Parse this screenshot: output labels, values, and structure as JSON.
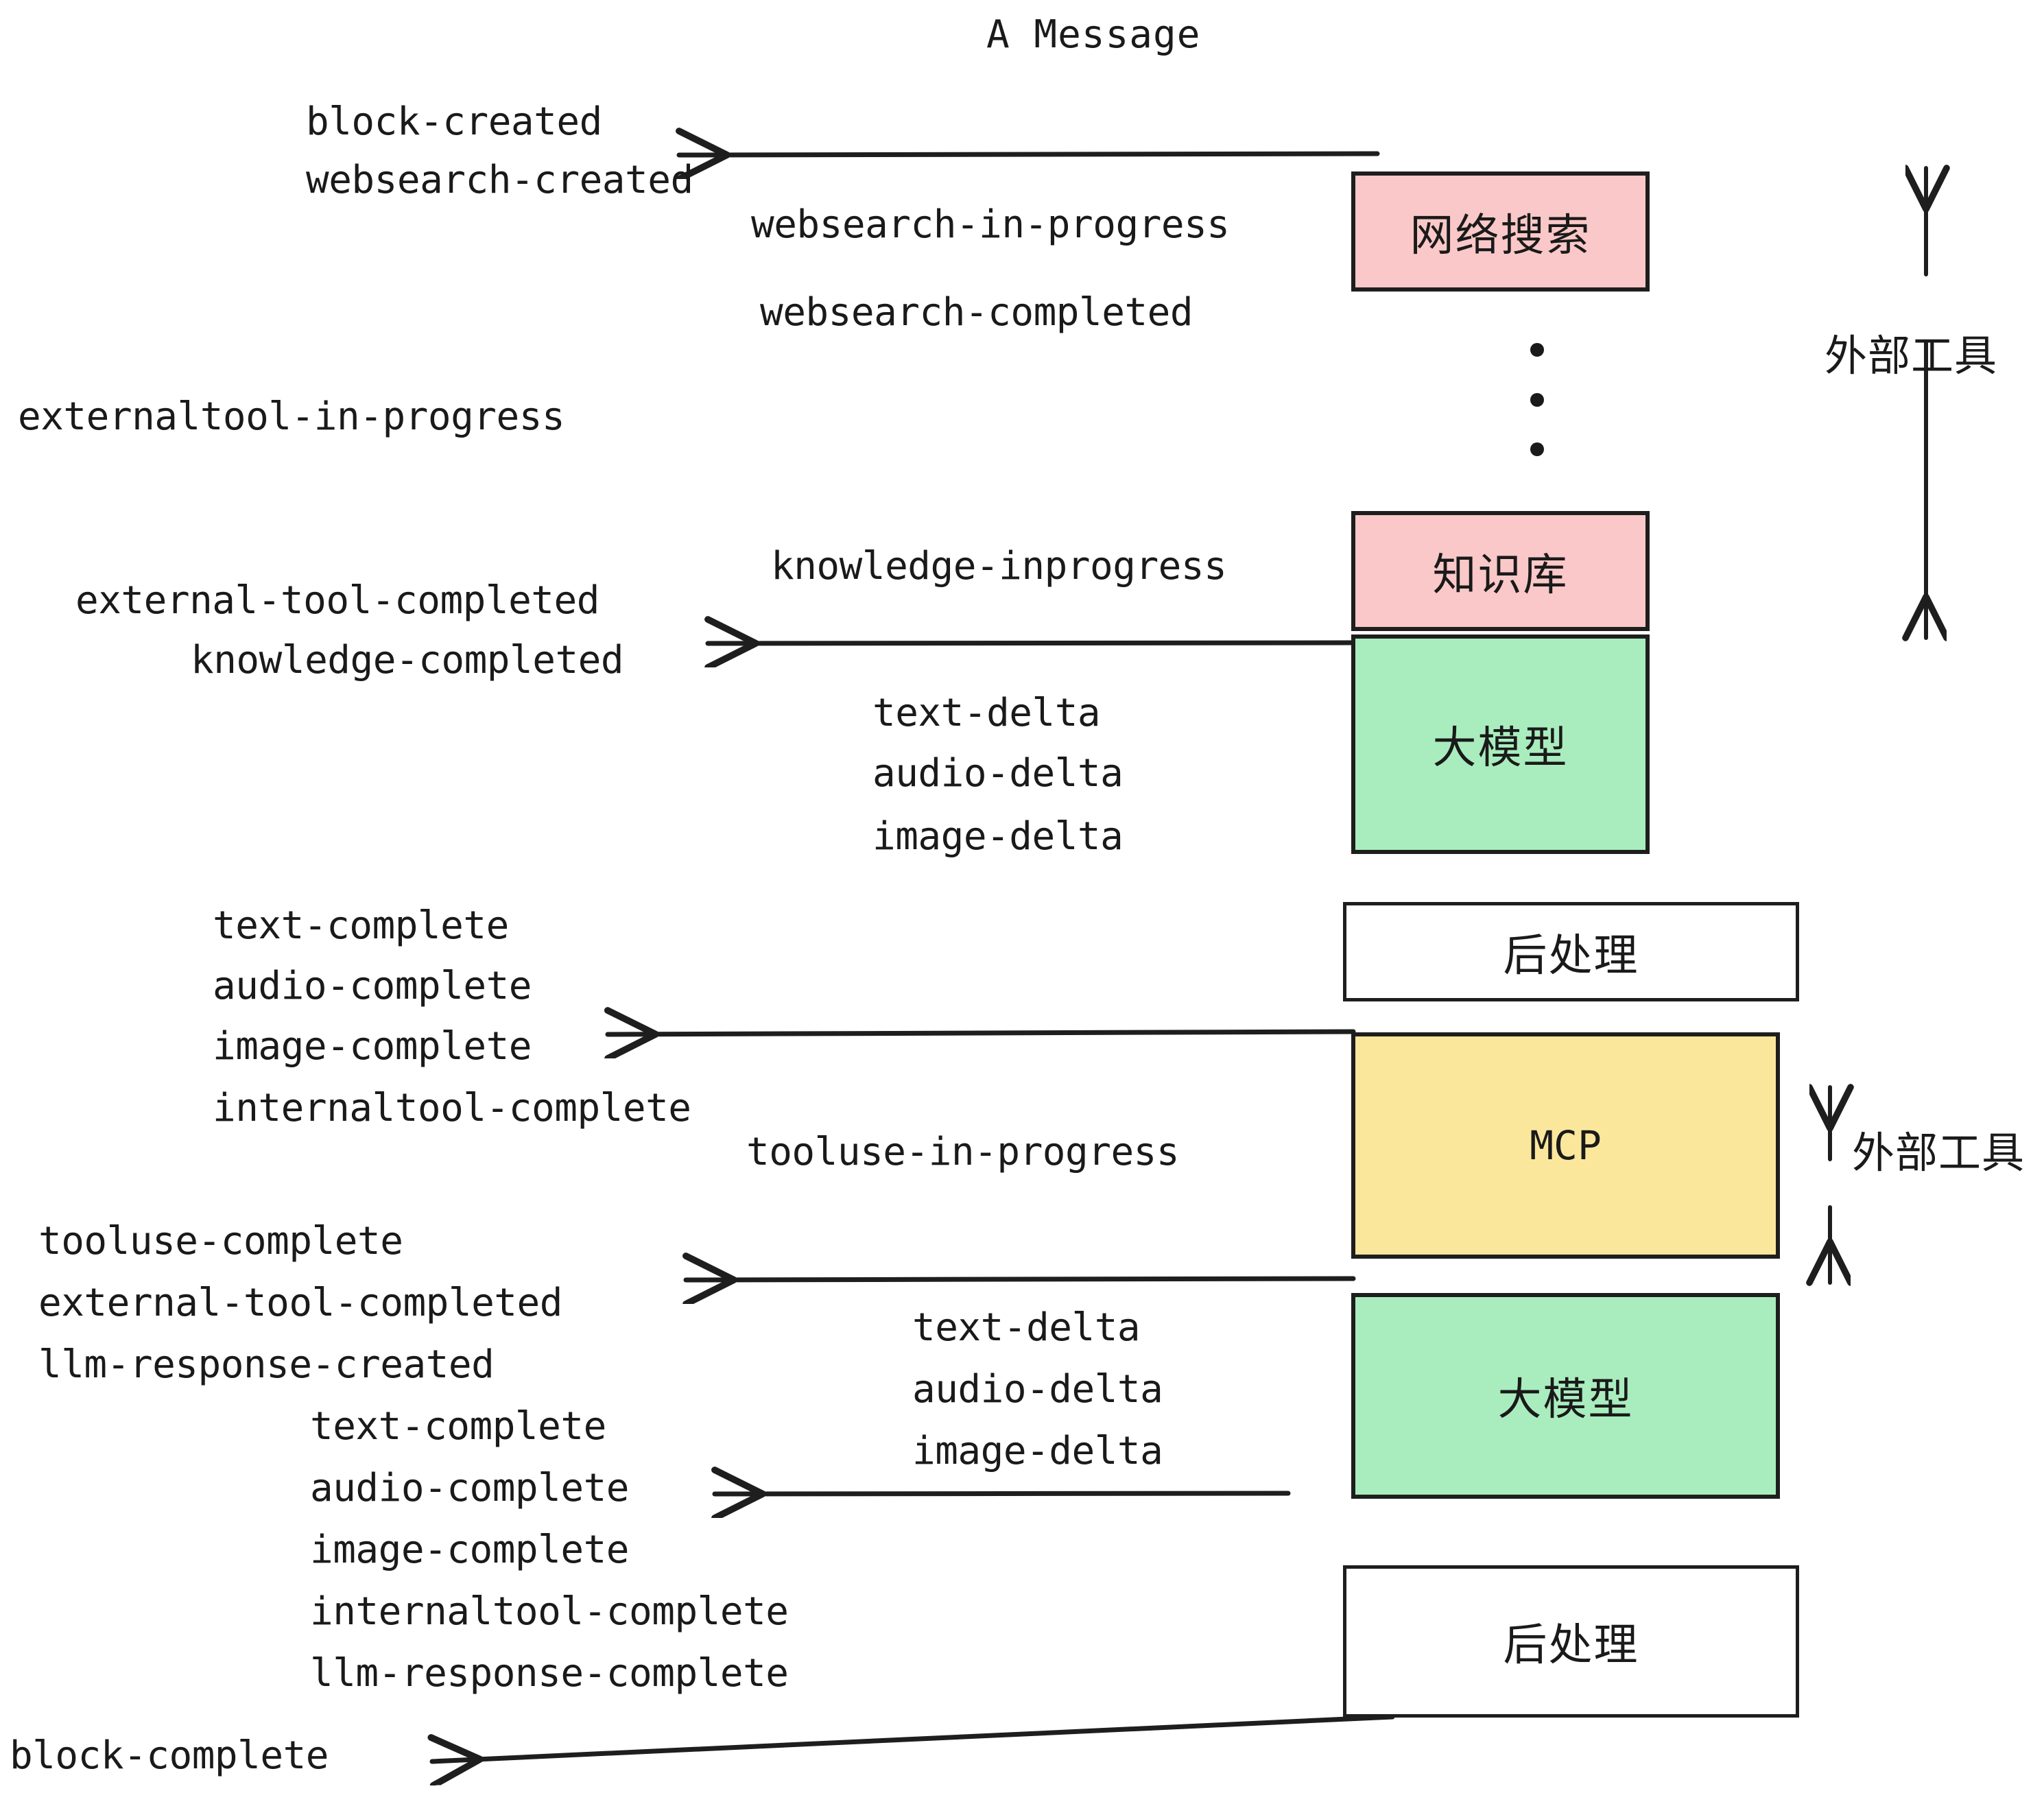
{
  "diagram": {
    "title": "A Message",
    "colors": {
      "tool_box_fill": "#FAC8C8",
      "llm_box_fill": "#A9EDBE",
      "mcp_box_fill": "#FBE79C",
      "post_box_fill": "#FFFFFF",
      "stroke": "#1E1E1E",
      "text": "#1A1A1A",
      "background": "#FFFFFF"
    },
    "boxes": [
      {
        "id": "websearch",
        "label": "网络搜索",
        "fill": "#FAC8C8"
      },
      {
        "id": "knowledge",
        "label": "知识库",
        "fill": "#FAC8C8"
      },
      {
        "id": "llm-top",
        "label": "大模型",
        "fill": "#A9EDBE"
      },
      {
        "id": "post-top",
        "label": "后处理",
        "fill": "#FFFFFF"
      },
      {
        "id": "mcp",
        "label": "MCP",
        "fill": "#FBE79C"
      },
      {
        "id": "llm-bottom",
        "label": "大模型",
        "fill": "#A9EDBE"
      },
      {
        "id": "post-bottom",
        "label": "后处理",
        "fill": "#FFFFFF"
      }
    ],
    "side_labels": [
      {
        "id": "external-tool-top",
        "label": "外部工具"
      },
      {
        "id": "external-tool-bottom",
        "label": "外部工具"
      }
    ],
    "events": {
      "block_created": "block-created",
      "websearch_created": "websearch-created",
      "websearch_in_progress": "websearch-in-progress",
      "websearch_completed": "websearch-completed",
      "externaltool_in_progress": "externaltool-in-progress",
      "knowledge_inprogress": "knowledge-inprogress",
      "external_tool_completed_1": "external-tool-completed",
      "knowledge_completed": "knowledge-completed",
      "text_delta_1": "text-delta",
      "audio_delta_1": "audio-delta",
      "image_delta_1": "image-delta",
      "text_complete_1": "text-complete",
      "audio_complete_1": "audio-complete",
      "image_complete_1": "image-complete",
      "internaltool_complete_1": "internaltool-complete",
      "tooluse_in_progress": "tooluse-in-progress",
      "tooluse_complete": "tooluse-complete",
      "external_tool_completed_2": "external-tool-completed",
      "llm_response_created": "llm-response-created",
      "text_delta_2": "text-delta",
      "audio_delta_2": "audio-delta",
      "image_delta_2": "image-delta",
      "text_complete_2": "text-complete",
      "audio_complete_2": "audio-complete",
      "image_complete_2": "image-complete",
      "internaltool_complete_2": "internaltool-complete",
      "llm_response_complete": "llm-response-complete",
      "block_complete": "block-complete"
    }
  }
}
